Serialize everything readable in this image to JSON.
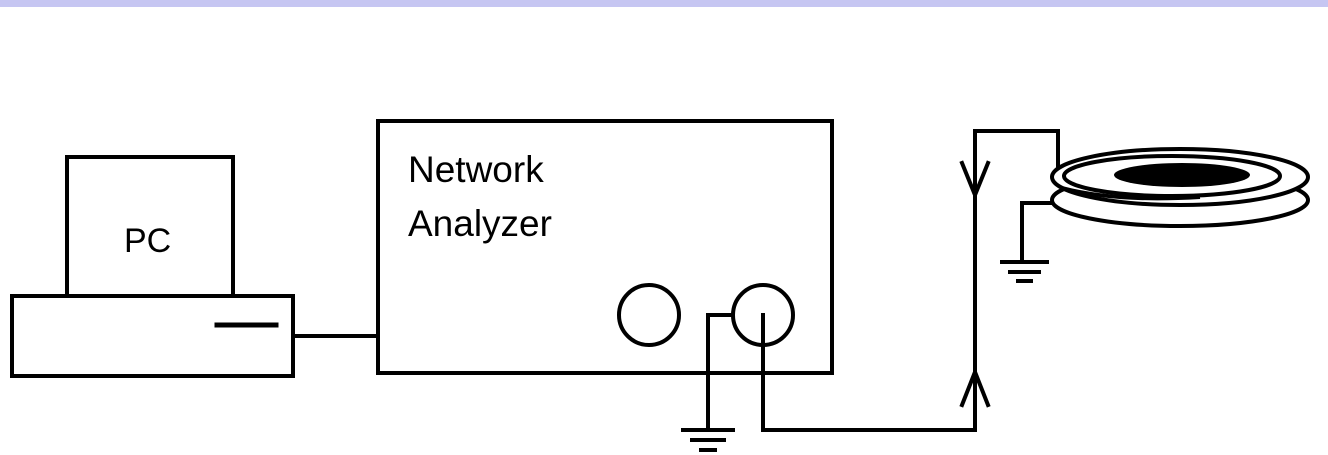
{
  "colors": {
    "top_band": "#c6c6f2",
    "line": "#000000",
    "background": "#ffffff"
  },
  "pc": {
    "label": "PC"
  },
  "network_analyzer": {
    "line1": "Network",
    "line2": "Analyzer"
  }
}
